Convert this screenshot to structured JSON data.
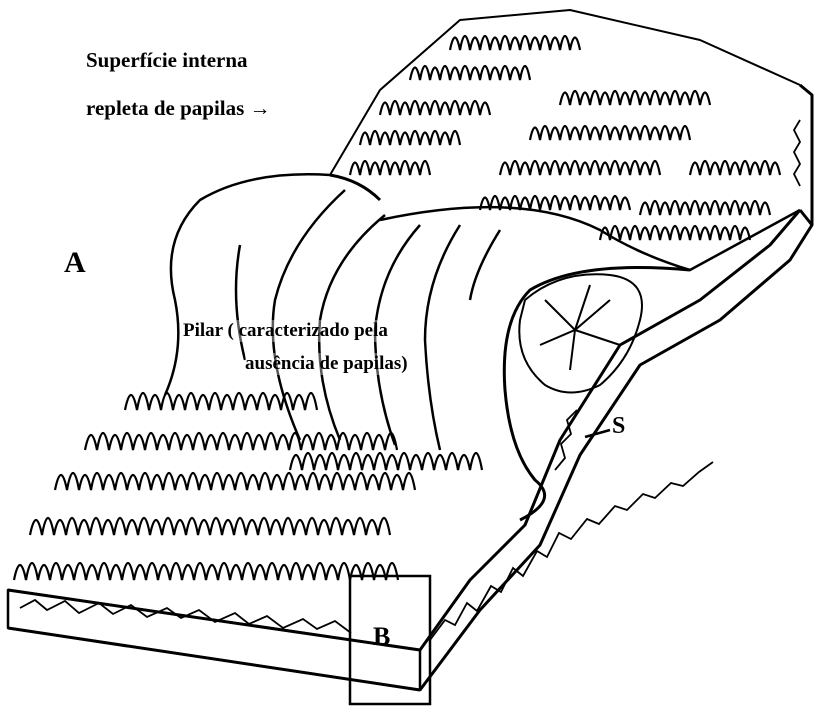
{
  "labels": {
    "surface_line1": "Superfície interna",
    "surface_line2": "repleta de papilas  →",
    "letter_a": "A",
    "pillar_line1": "Pilar ( caracterizado pela",
    "pillar_line2": "ausência de papilas)",
    "letter_s": "S",
    "letter_b": "B"
  },
  "colors": {
    "ink": "#000000",
    "background": "#ffffff"
  }
}
